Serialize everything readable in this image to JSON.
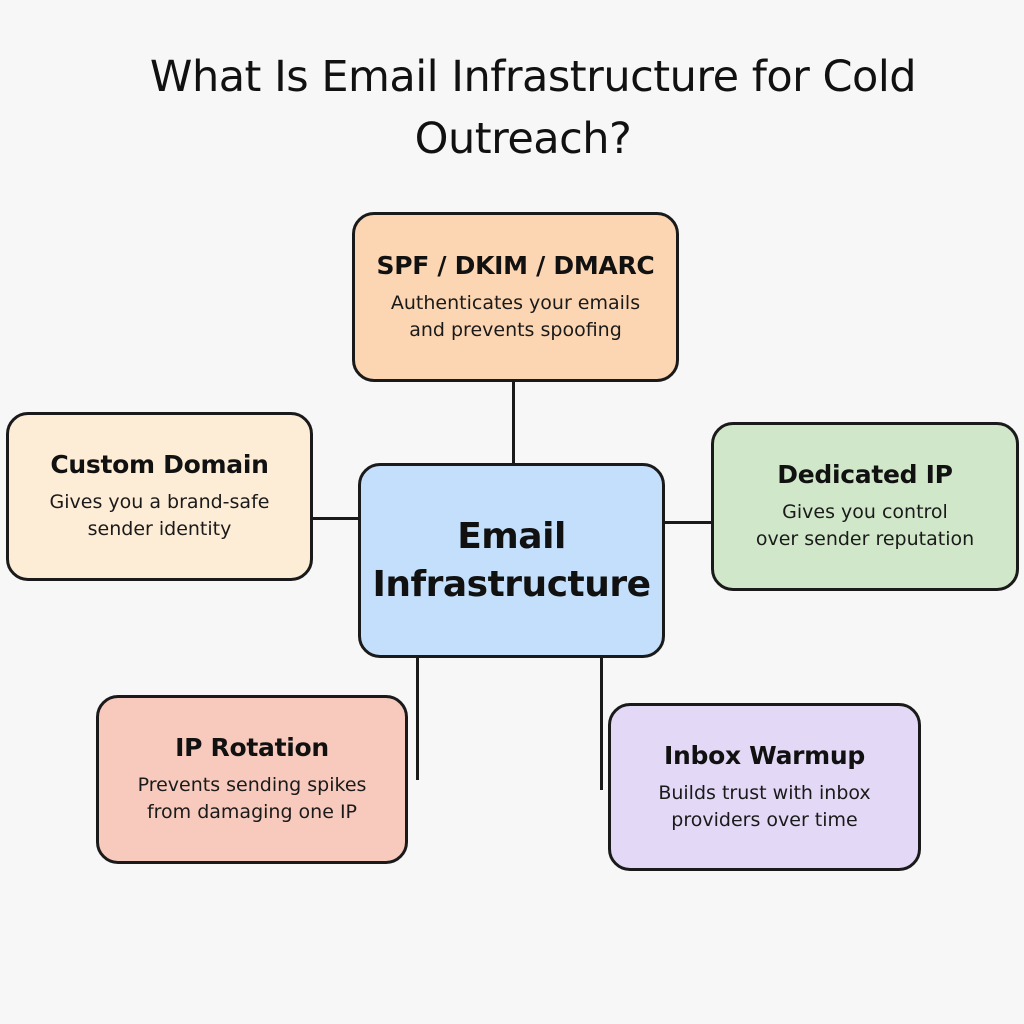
{
  "title": {
    "line1": "What Is Email Infrastructure for Cold",
    "line2": "Outreach?"
  },
  "center": {
    "label_line1": "Email",
    "label_line2": "Infrastructure",
    "color": "#c4dffb"
  },
  "nodes": {
    "auth": {
      "title": "SPF / DKIM / DMARC",
      "desc_line1": "Authenticates your emails",
      "desc_line2": "and prevents spoofing",
      "color": "#fcd6b2"
    },
    "domain": {
      "title": "Custom Domain",
      "desc_line1": "Gives you a brand-safe",
      "desc_line2": "sender identity",
      "color": "#fdecd6"
    },
    "ip": {
      "title": "Dedicated IP",
      "desc_line1": "Gives you control",
      "desc_line2": "over sender reputation",
      "color": "#d0e7c9"
    },
    "rotation": {
      "title": "IP Rotation",
      "desc_line1": "Prevents sending spikes",
      "desc_line2": "from damaging one IP",
      "color": "#f8cabd"
    },
    "warmup": {
      "title": "Inbox Warmup",
      "desc_line1": "Builds trust with inbox",
      "desc_line2": "providers over time",
      "color": "#e3d8f5"
    }
  }
}
